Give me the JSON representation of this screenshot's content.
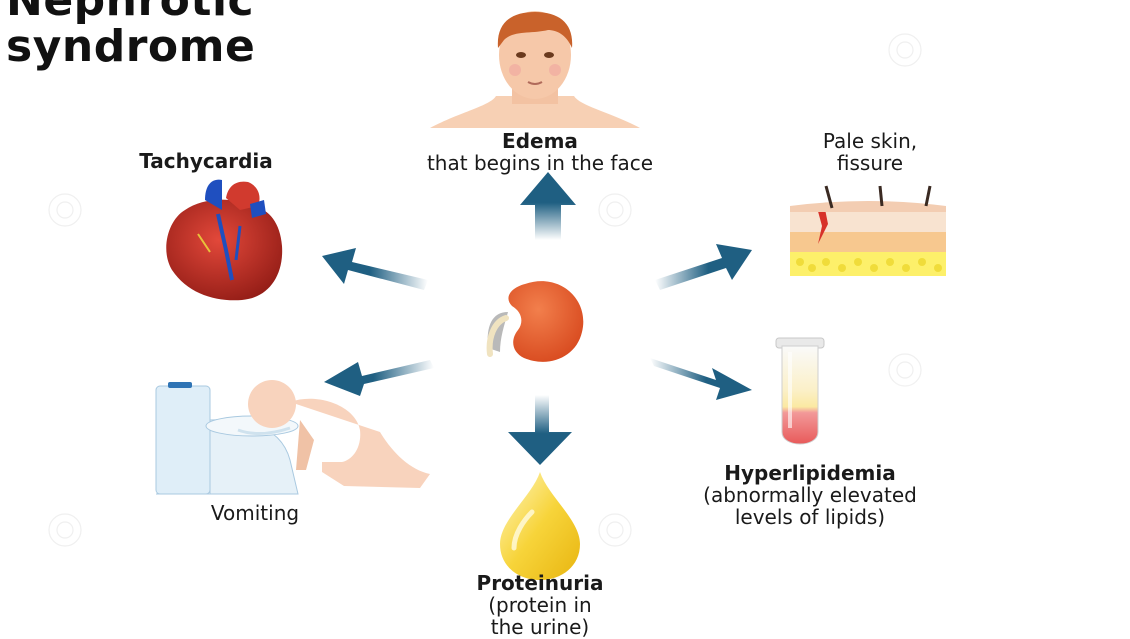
{
  "title": {
    "line1": "Nephrotic",
    "line2": "syndrome"
  },
  "center": {
    "icon": "kidney-icon"
  },
  "symptoms": {
    "edema": {
      "title": "Edema",
      "desc": "that begins in the face",
      "icon": "face-icon"
    },
    "tachycardia": {
      "title": "Tachycardia",
      "icon": "heart-icon"
    },
    "pale_skin": {
      "title": "Pale skin,",
      "desc": "fissure",
      "icon": "skin-fissure-icon"
    },
    "vomiting": {
      "title": "Vomiting",
      "icon": "vomiting-person-icon"
    },
    "hyperlipidemia": {
      "title": "Hyperlipidemia",
      "desc_line1": "(abnormally elevated",
      "desc_line2": "levels of lipids)",
      "icon": "test-tube-icon"
    },
    "proteinuria": {
      "title": "Proteinuria",
      "desc_line1": "(protein in",
      "desc_line2": "the urine)",
      "icon": "drop-icon"
    }
  },
  "colors": {
    "arrow": "#1f5f82",
    "kidney": "#e35a2a",
    "heart": "#c8281e",
    "drop": "#f5c91a",
    "body_skin": "#f8d3bd"
  }
}
